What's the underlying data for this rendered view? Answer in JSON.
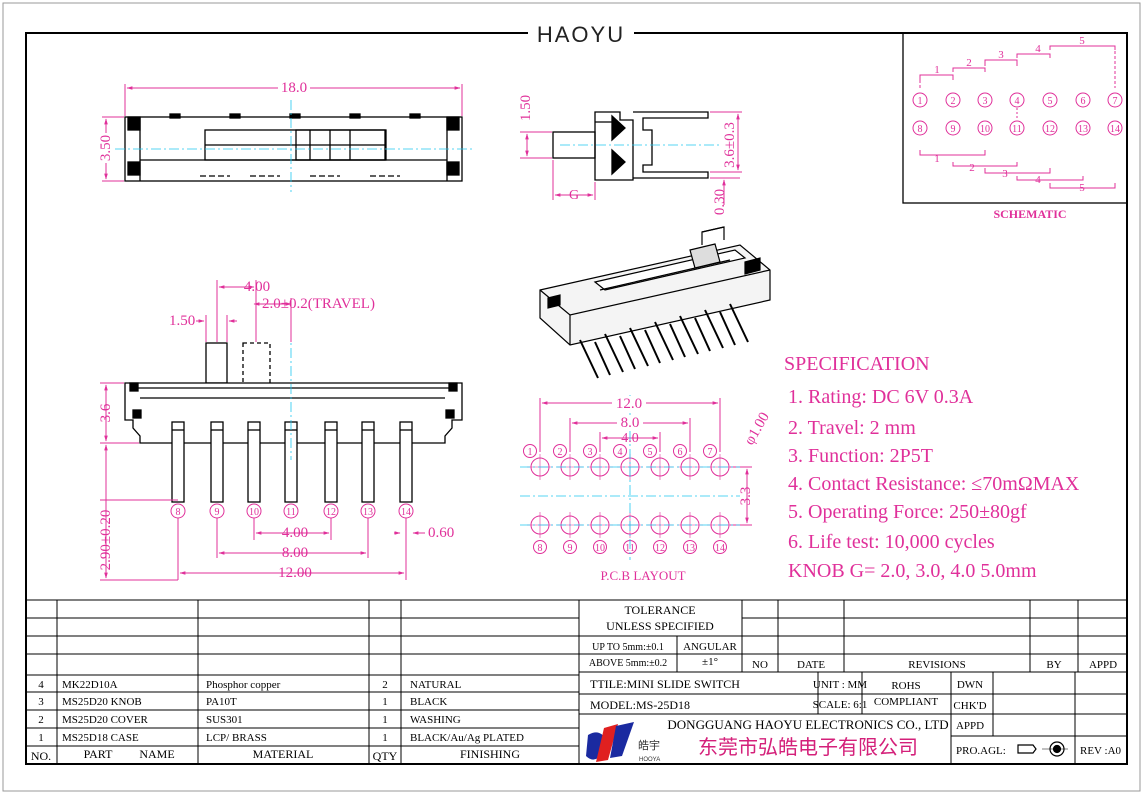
{
  "brand": "HAOYU",
  "top_view": {
    "width": "18.0",
    "height": "3.50"
  },
  "side_view": {
    "h1": "1.50",
    "h2": "3.6±0.3",
    "g": "G",
    "pin_offset": "0.30"
  },
  "front_view": {
    "pitch": "4.00",
    "travel": "2.0±0.2(TRAVEL)",
    "knob": "1.50",
    "height": "3.6",
    "pin_len": "2.90±0.20",
    "d1": "4.00",
    "d2": "8.00",
    "d3": "12.00",
    "pin_w": "0.60",
    "pins": [
      "8",
      "9",
      "10",
      "11",
      "12",
      "13",
      "14"
    ]
  },
  "pcb": {
    "d12": "12.0",
    "d8": "8.0",
    "d4": "4.0",
    "hole": "φ1.00",
    "row_gap": "3.3",
    "top_pins": [
      "1",
      "2",
      "3",
      "4",
      "5",
      "6",
      "7"
    ],
    "bottom_pins": [
      "8",
      "9",
      "10",
      "11",
      "12",
      "13",
      "14"
    ],
    "caption": "P.C.B LAYOUT"
  },
  "schematic": {
    "caption": "SCHEMATIC",
    "top_pins": [
      "1",
      "2",
      "3",
      "4",
      "5",
      "6",
      "7"
    ],
    "bottom_pins": [
      "8",
      "9",
      "10",
      "11",
      "12",
      "13",
      "14"
    ],
    "pos_labels": [
      "1",
      "2",
      "3",
      "4",
      "5"
    ]
  },
  "specification": {
    "title": "SPECIFICATION",
    "items": [
      "1. Rating: DC 6V 0.3A",
      "2. Travel: 2 mm",
      "3. Function: 2P5T",
      "4. Contact Resistance: ≤70mΩMAX",
      "5. Operating Force: 250±80gf",
      "6. Life test: 10,000 cycles",
      "KNOB G= 2.0, 3.0, 4.0 5.0mm"
    ]
  },
  "bom": {
    "headers": {
      "no": "NO.",
      "part": "PART",
      "name": "NAME",
      "material": "MATERIAL",
      "qty": "QTY",
      "finishing": "FINISHING"
    },
    "rows": [
      {
        "no": "4",
        "part": "MK22D10A",
        "material": "Phosphor copper",
        "qty": "2",
        "finishing": "NATURAL"
      },
      {
        "no": "3",
        "part": "MS25D20 KNOB",
        "material": "PA10T",
        "qty": "1",
        "finishing": "BLACK"
      },
      {
        "no": "2",
        "part": "MS25D20 COVER",
        "material": "SUS301",
        "qty": "1",
        "finishing": "WASHING"
      },
      {
        "no": "1",
        "part": "MS25D18 CASE",
        "material": "LCP/ BRASS",
        "qty": "1",
        "finishing": "BLACK/Au/Ag PLATED"
      }
    ]
  },
  "title_block": {
    "tolerance": "TOLERANCE",
    "unless": "UNLESS SPECIFIED",
    "upto": "UP TO 5mm:±0.1",
    "above": "ABOVE 5mm:±0.2",
    "angular": "ANGULAR",
    "angular_val": "±1°",
    "no": "NO",
    "date": "DATE",
    "revisions": "REVISIONS",
    "by": "BY",
    "appd": "APPD",
    "title": "TTILE:MINI SLIDE SWITCH",
    "model": "MODEL:MS-25D18",
    "unit": "UNIT : MM",
    "scale": "SCALE: 6:1",
    "rohs1": "ROHS",
    "rohs2": "COMPLIANT",
    "dwn": "DWN",
    "chkd": "CHK'D",
    "appd2": "APPD",
    "company": "DONGGUANG HAOYU ELECTRONICS CO., LTD",
    "company_cn": "东莞市弘皓电子有限公司",
    "logo_cn": "皓宇",
    "logo_en": "HOOYA",
    "proagl": "PRO.AGL:",
    "rev": "REV :A0"
  },
  "colors": {
    "dimension": "#e0309a",
    "line": "#000000",
    "centerline": "#20c8f0"
  }
}
